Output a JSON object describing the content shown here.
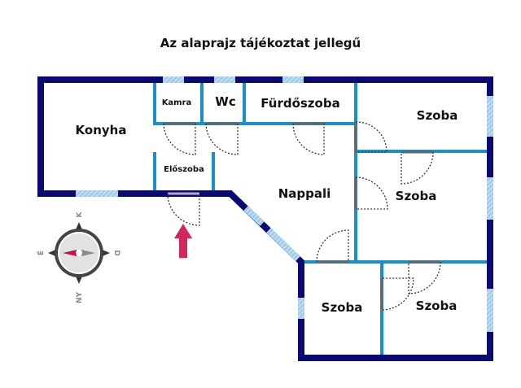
{
  "title": "Az alaprajz tájékoztat jellegű",
  "rooms": {
    "konyha": "Konyha",
    "kamra": "Kamra",
    "wc": "Wc",
    "furdoszoba": "Fürdőszoba",
    "eloszoba": "Előszoba",
    "nappali": "Nappali",
    "szoba1": "Szoba",
    "szoba2": "Szoba",
    "szoba3": "Szoba",
    "szoba4": "Szoba"
  },
  "compass": {
    "north": "K",
    "south": "NY",
    "west": "É",
    "east": "D"
  },
  "colors": {
    "outer_wall": "#0a0a72",
    "inner_wall": "#1b8fc8",
    "window": "#9cc8e8",
    "entrance_arrow": "#d0285a",
    "compass_needle": "#c8104a"
  }
}
